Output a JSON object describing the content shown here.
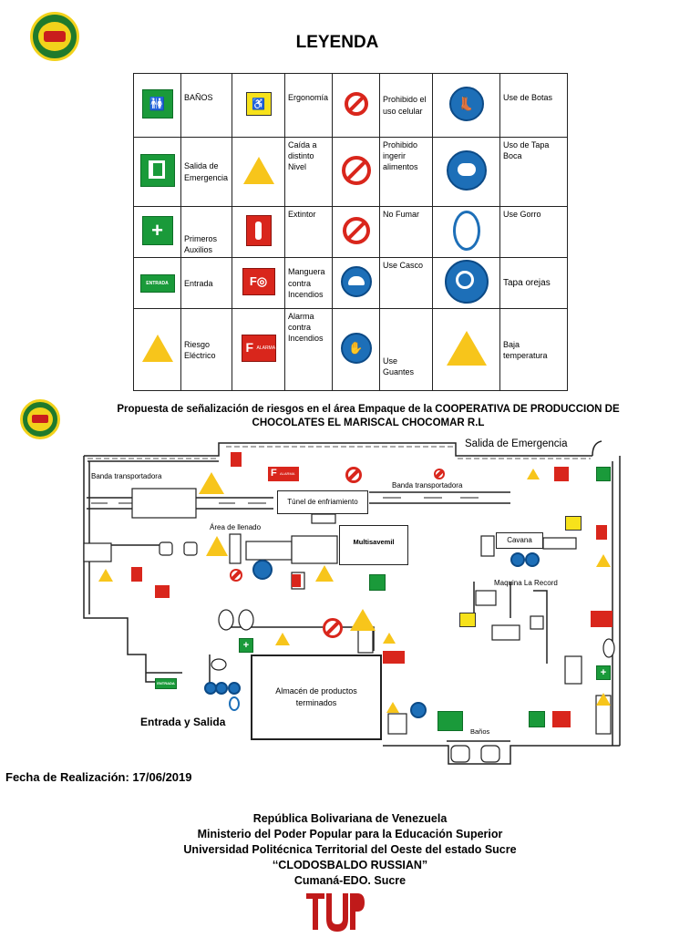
{
  "legend": {
    "title": "LEYENDA",
    "rows": [
      [
        {
          "icon": "restroom-sign-icon",
          "label": "BAÑOS"
        },
        {
          "icon": "ergonomics-sign-icon",
          "label": "Ergonomía"
        },
        {
          "icon": "no-phone-sign-icon",
          "label": "Prohibido el uso celular"
        },
        {
          "icon": "boots-sign-icon",
          "label": "Use de Botas"
        }
      ],
      [
        {
          "icon": "emergency-exit-sign-icon",
          "label": "Salida de Emergencia"
        },
        {
          "icon": "fall-hazard-sign-icon",
          "label": "Caída a distinto Nivel"
        },
        {
          "icon": "no-food-sign-icon",
          "label": "Prohibido ingerir alimentos"
        },
        {
          "icon": "mask-sign-icon",
          "label": "Uso de Tapa Boca"
        }
      ],
      [
        {
          "icon": "first-aid-sign-icon",
          "label": "Primeros Auxilios"
        },
        {
          "icon": "extinguisher-sign-icon",
          "label": "Extintor"
        },
        {
          "icon": "no-smoking-sign-icon",
          "label": "No Fumar"
        },
        {
          "icon": "cap-sign-icon",
          "label": "Use Gorro"
        }
      ],
      [
        {
          "icon": "entrance-sign-icon",
          "label": "Entrada",
          "sign_text": "ENTRADA"
        },
        {
          "icon": "fire-hose-sign-icon",
          "label": "Manguera contra Incendios"
        },
        {
          "icon": "helmet-sign-icon",
          "label": "Use Casco"
        },
        {
          "icon": "ear-muffs-sign-icon",
          "label": "Tapa orejas"
        }
      ],
      [
        {
          "icon": "electric-hazard-sign-icon",
          "label": "Riesgo Eléctrico"
        },
        {
          "icon": "fire-alarm-sign-icon",
          "label": "Alarma contra Incendios",
          "sign_text": "ALARMA"
        },
        {
          "icon": "gloves-sign-icon",
          "label": "Use Guantes"
        },
        {
          "icon": "low-temperature-sign-icon",
          "label": "Baja temperatura"
        }
      ]
    ]
  },
  "proposal": {
    "title_line1": "Propuesta de señalización de riesgos en el área Empaque de la COOPERATIVA DE PRODUCCION DE",
    "title_line2": "CHOCOLATES EL MARISCAL CHOCOMAR R.L"
  },
  "floorplan": {
    "salida_emergencia": "Salida de Emergencia",
    "banda1": "Banda transportadora",
    "banda2": "Banda transportadora",
    "tunel": "Túnel de enfriamiento",
    "area_llenado": "Área de llenado",
    "multisavemil": "Multisavemil",
    "cavana": "Cavana",
    "maquina": "Maquina La Record",
    "almacen": "Almacén de productos terminados",
    "entrada_salida": "Entrada y Salida",
    "banos": "Baños",
    "entrada_sign": "ENTRADA",
    "alarma_sign": "ALARMA"
  },
  "fecha": {
    "label": "Fecha de Realización: 17/06/2019"
  },
  "footer": {
    "line1": "República Bolivariana de Venezuela",
    "line2": "Ministerio del Poder Popular para la Educación Superior",
    "line3": "Universidad Politécnica Territorial del Oeste del estado Sucre",
    "line4": "‘‘CLODOSBALDO RUSSIAN”",
    "line5": "Cumaná-EDO. Sucre"
  },
  "colors": {
    "safe_green": "#1a9a3a",
    "warning_yellow": "#f7c51b",
    "danger_red": "#d9261c",
    "mandatory_blue": "#1d6fb8",
    "logo_red": "#c01a1a"
  }
}
